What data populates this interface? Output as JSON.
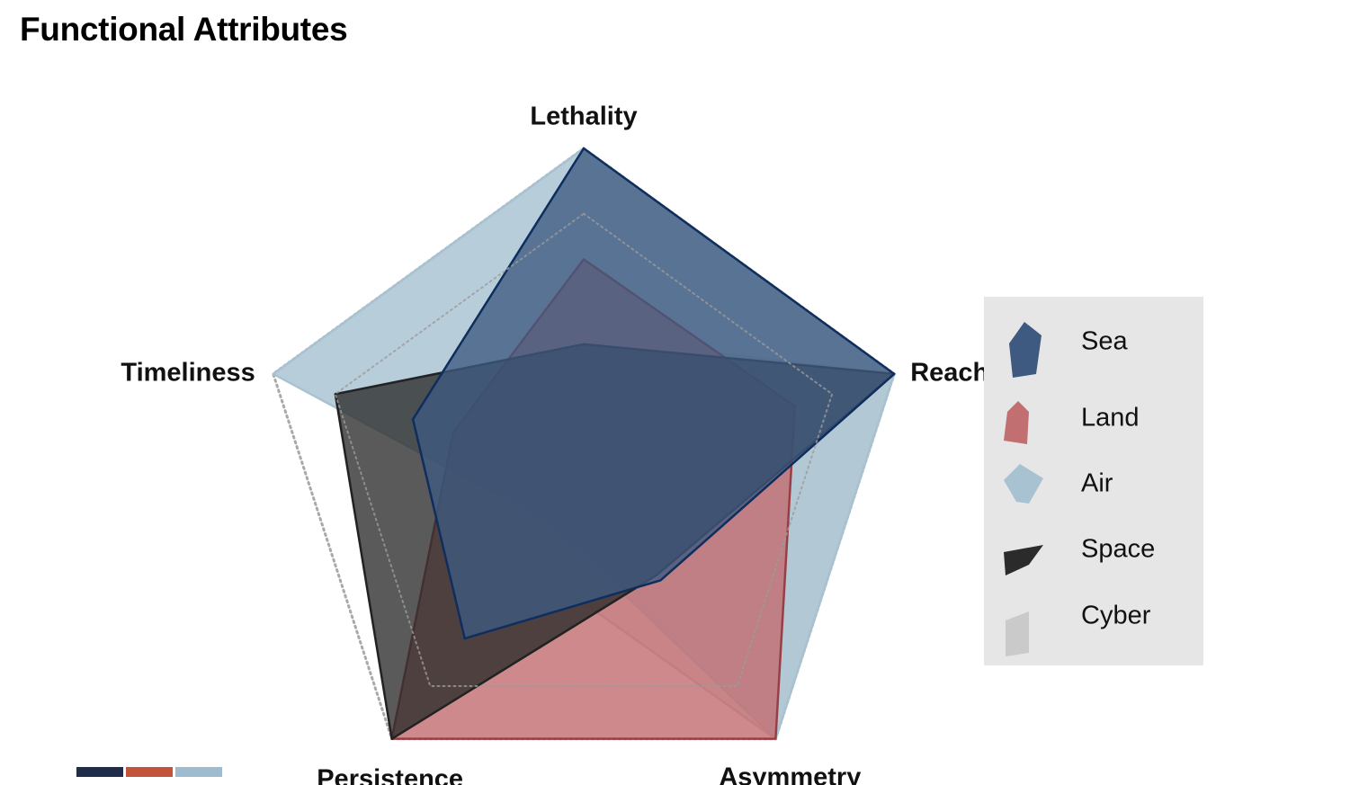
{
  "title": "Functional Attributes",
  "chart_data": {
    "type": "radar",
    "axes": [
      "Lethality",
      "Reach",
      "Asymmetry",
      "Persistence",
      "Timeliness"
    ],
    "scale_max": 100,
    "reference_level": 80,
    "grid": true,
    "legend_position": "right",
    "series": [
      {
        "name": "Sea",
        "values": [
          100,
          100,
          40,
          62,
          55
        ],
        "color": "#3e5a80",
        "fill_opacity": 0.78,
        "stroke": "#0f2e5e"
      },
      {
        "name": "Land",
        "values": [
          66,
          68,
          100,
          100,
          42
        ],
        "color": "#c26f72",
        "fill_opacity": 0.82,
        "stroke": "#9a3e46"
      },
      {
        "name": "Air",
        "values": [
          100,
          100,
          100,
          18,
          100
        ],
        "color": "#a8c2d2",
        "fill_opacity": 0.82,
        "stroke": "#a8c2d2"
      },
      {
        "name": "Space",
        "values": [
          40,
          100,
          38,
          100,
          80
        ],
        "color": "#2b2b2b",
        "fill_opacity": 0.78,
        "stroke": "#222222"
      },
      {
        "name": "Cyber",
        "values": [
          42,
          100,
          100,
          32,
          35
        ],
        "color": "#c6c6c6",
        "fill_opacity": 0.5,
        "stroke": "#bcbcbc"
      }
    ]
  },
  "footer_bars": [
    "#1f2c4a",
    "#c4533b",
    "#9fbbcf"
  ]
}
